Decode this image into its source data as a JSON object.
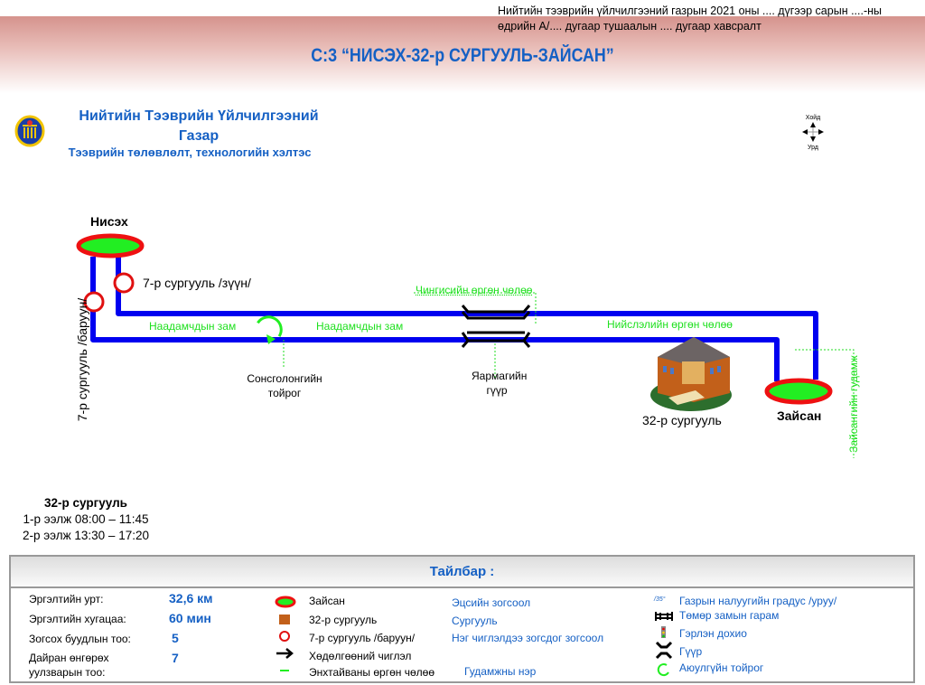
{
  "header": {
    "decree_line1": "Нийтийн тээврийн үйлчилгээний газрын 2021 оны .... дүгээр  сарын ....-ны",
    "decree_line2": "өдрийн А/.... дугаар тушаалын .... дугаар хавсралт",
    "title": "С:3 “НИСЭХ-32-р СУРГУУЛЬ-ЗАЙСАН”"
  },
  "org": {
    "line1": "Нийтийн Тээврийн Үйлчилгээний",
    "line2": "Газар",
    "line3": "Тээврийн төлөвлөлт, технологийн хэлтэс"
  },
  "compass": {
    "north": "Хойд",
    "south": "Урд"
  },
  "map": {
    "start": "Нисэх",
    "end": "Зайсан",
    "stop_east": "7-р сургууль /зүүн/",
    "stop_west": "7-р сургууль /баруун/",
    "road1": "Наадамчдын зам",
    "road2": "Наадамчдын зам",
    "road3": "Чингисийн өргөн чөлөө",
    "road4": "Нийслэлийн өргөн чөлөө",
    "road5": "Зайсангийн гудамж",
    "roundabout": "Сонсголонгийн тойрог",
    "bridge": "Яармагийн гүүр",
    "school": "32-р сургууль"
  },
  "schedule": {
    "title": "32-р сургууль",
    "shift1": "1-р ээлж 08:00 – 11:45",
    "shift2": "2-р ээлж 13:30 – 17:20"
  },
  "legend": {
    "title": "Тайлбар :",
    "stats": [
      {
        "label": "Эргэлтийн урт:",
        "value": "32,6 км"
      },
      {
        "label": "Эргэлтийн хугацаа:",
        "value": "60 мин"
      },
      {
        "label": "Зогсох буудлын тоо:",
        "value": "5"
      },
      {
        "label": "Дайран өнгөрөх уулзварын тоо:",
        "value": "7"
      }
    ],
    "symbols": [
      {
        "name": "Зайсан",
        "meaning": "Эцсийн зогсоол"
      },
      {
        "name": "32-р сургууль",
        "meaning": "Сургууль"
      },
      {
        "name": "7-р сургууль /баруун/",
        "meaning": "Нэг чиглэлдээ зогсдог зогсоол"
      },
      {
        "name": "Хөдөлгөөний чиглэл",
        "meaning": ""
      },
      {
        "name": "Энхтайваны өргөн чөлөө",
        "meaning": "Гудамжны нэр"
      }
    ],
    "other": [
      {
        "icon": "/35°",
        "label": "Газрын налуугийн градус /уруу/"
      },
      {
        "label": "Төмөр замын гарам"
      },
      {
        "label": "Гэрлэн дохио"
      },
      {
        "label": "Гүүр"
      },
      {
        "label": "Аюулгүйн тойрог"
      }
    ]
  }
}
